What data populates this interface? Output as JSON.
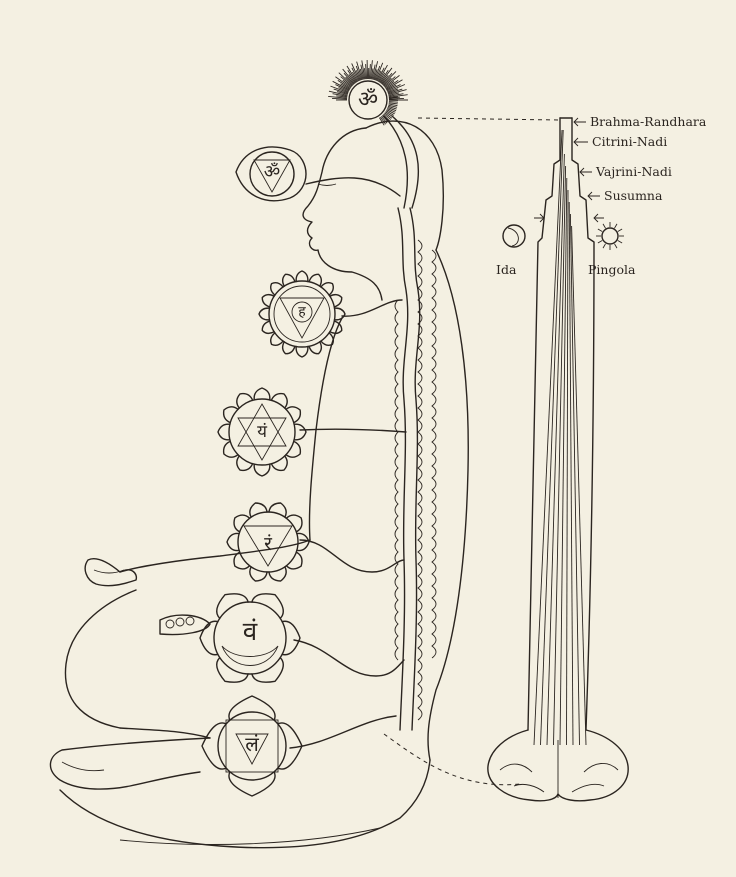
{
  "labels": {
    "brahma_randhara": "Brahma-Randhara",
    "citrini_nadi": "Citrini-Nadi",
    "vajrini_nadi": "Vajrini-Nadi",
    "susumna": "Susumna",
    "ida": "Ida",
    "pingola": "Pingola"
  },
  "chakras": [
    {
      "id": "crown",
      "glyph": "ॐ"
    },
    {
      "id": "ajna",
      "glyph": "ॐ"
    },
    {
      "id": "vishuddha",
      "glyph": "ह"
    },
    {
      "id": "anahata",
      "glyph": "यं"
    },
    {
      "id": "manipura",
      "glyph": "रं"
    },
    {
      "id": "svadhisthana",
      "glyph": "वं"
    },
    {
      "id": "muladhara",
      "glyph": "लं"
    }
  ],
  "colors": {
    "paper": "#f4f0e2",
    "ink": "#2b2520"
  }
}
